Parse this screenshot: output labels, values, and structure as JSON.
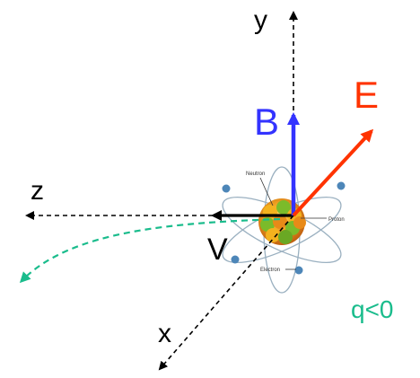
{
  "axes": {
    "x_label": "x",
    "y_label": "y",
    "z_label": "z"
  },
  "vectors": {
    "B_label": "B",
    "E_label": "E",
    "v_label": "V"
  },
  "atom": {
    "neutron_label": "Neutron",
    "proton_label": "Proton",
    "electron_label": "Electron"
  },
  "charge_label": "q<0",
  "colors": {
    "B": "#3333ff",
    "E": "#ff3300",
    "trajectory": "#1abc8c",
    "charge": "#1abc8c",
    "axes": "#000000"
  }
}
